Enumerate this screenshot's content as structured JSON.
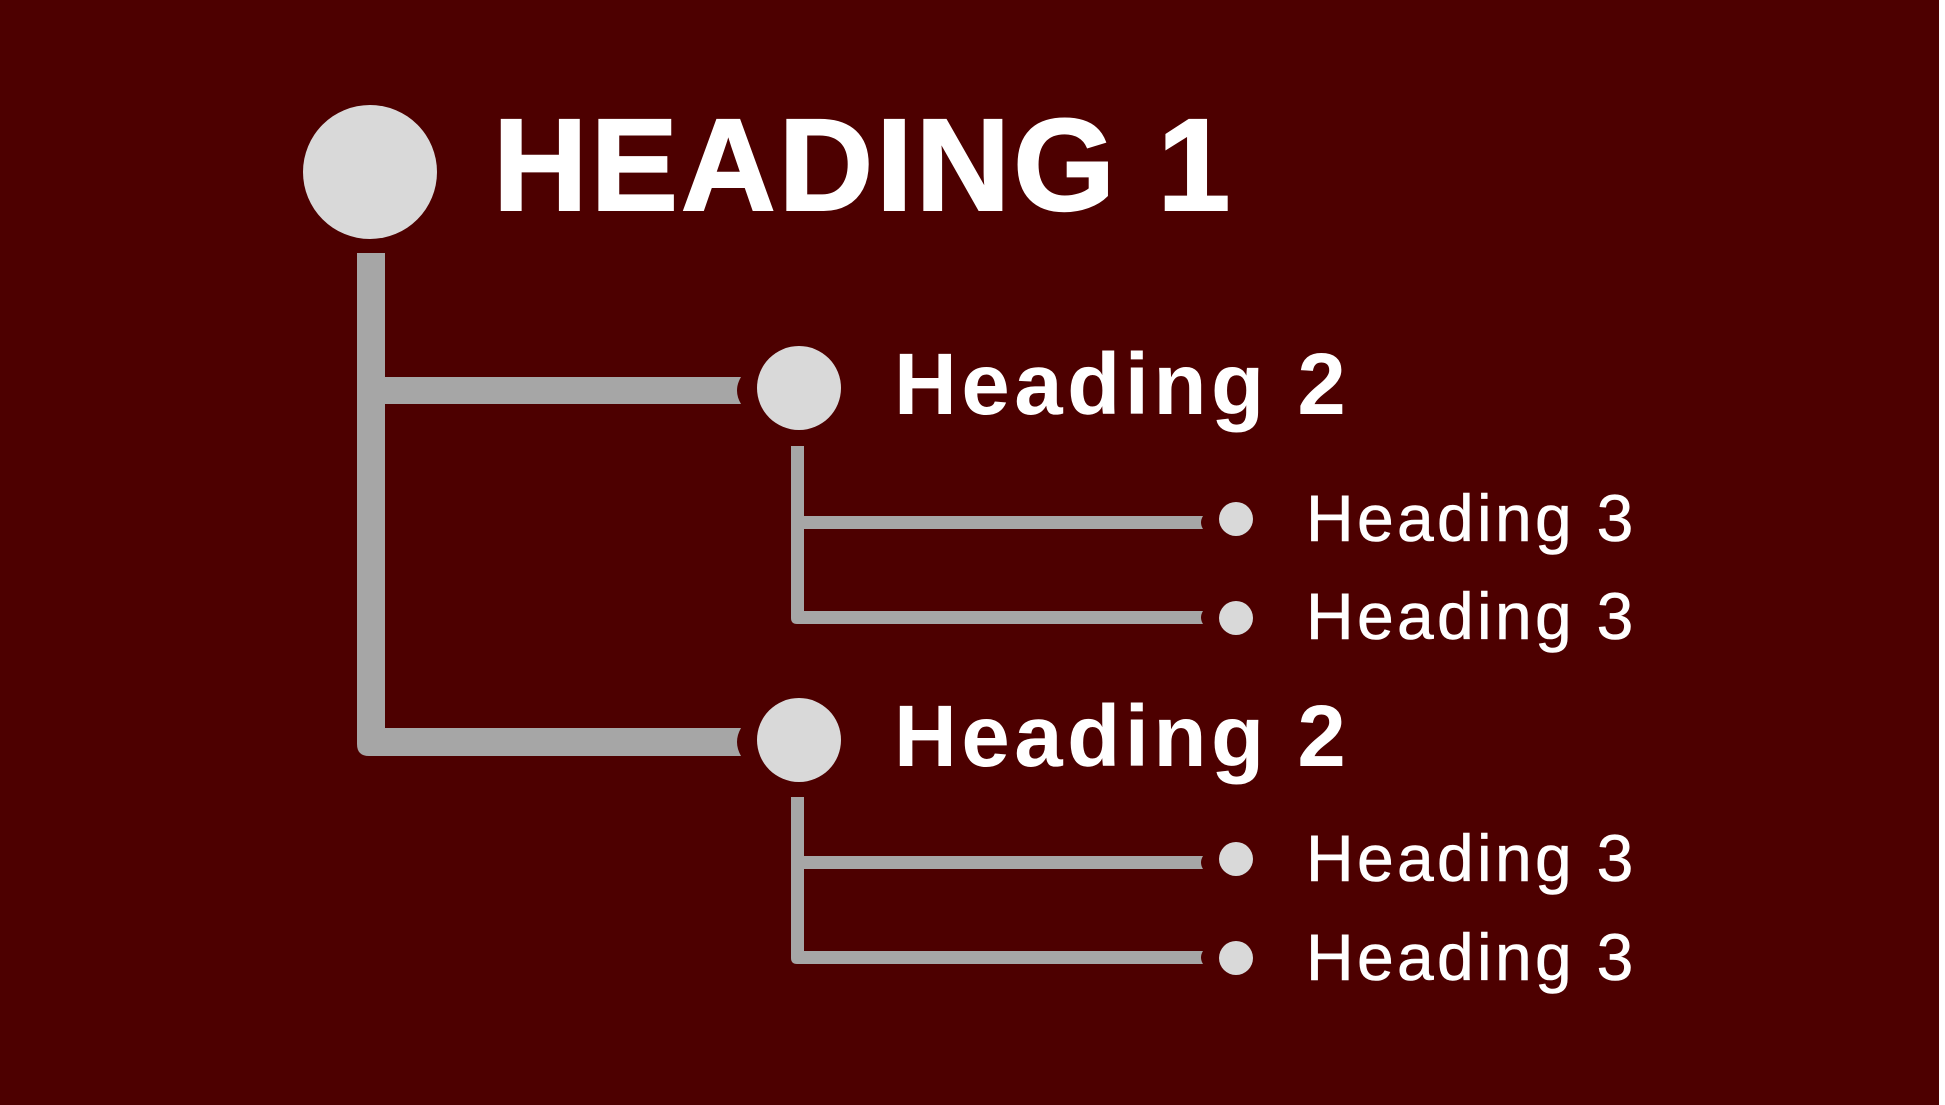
{
  "colors": {
    "background": "#4d0000",
    "node_fill": "#d9d9d9",
    "connector": "#a6a6a6",
    "text": "#ffffff"
  },
  "outline": {
    "heading1": {
      "label": "HEADING 1",
      "icon": "circle-node-icon"
    },
    "sections": [
      {
        "heading2": {
          "label": "Heading 2",
          "icon": "circle-node-icon"
        },
        "items": [
          {
            "label": "Heading 3",
            "icon": "bullet-dot-icon"
          },
          {
            "label": "Heading 3",
            "icon": "bullet-dot-icon"
          }
        ]
      },
      {
        "heading2": {
          "label": "Heading 2",
          "icon": "circle-node-icon"
        },
        "items": [
          {
            "label": "Heading 3",
            "icon": "bullet-dot-icon"
          },
          {
            "label": "Heading 3",
            "icon": "bullet-dot-icon"
          }
        ]
      }
    ]
  }
}
